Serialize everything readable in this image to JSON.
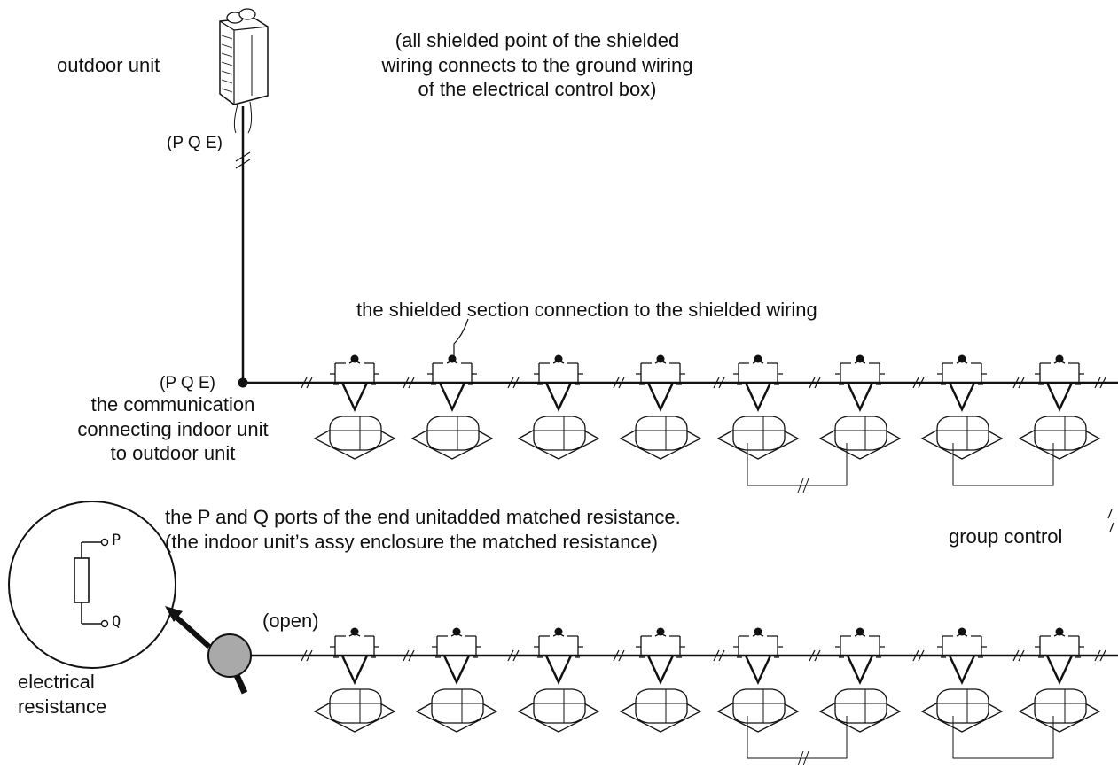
{
  "labels": {
    "outdoor_unit": "outdoor unit",
    "shield_note_line1": "(all shielded point of the shielded",
    "shield_note_line2": "wiring connects to the ground wiring",
    "shield_note_line3": "of the electrical control box)",
    "pqe_top": "(P Q E)",
    "pqe_junction": "(P Q E)",
    "shielded_section": "the shielded section connection to the shielded wiring",
    "comm_line1": "the communication",
    "comm_line2": "connecting indoor unit",
    "comm_line3": "to outdoor unit",
    "end_unit_line1": "the P and Q ports of the end unitadded matched resistance.",
    "end_unit_line2": "(the indoor unit’s assy enclosure the matched resistance)",
    "group_control": "group control",
    "open": "(open)",
    "port_p": "P",
    "port_q": "Q",
    "resistance_line1": "electrical",
    "resistance_line2": "resistance"
  },
  "colors": {
    "line": "#111111",
    "magnifier_fill": "#a9a9a9"
  },
  "icons": {
    "outdoor_unit": "outdoor-unit-icon",
    "indoor_unit": "cassette-indoor-unit-icon",
    "magnifier": "magnifier-icon",
    "resistor": "resistor-icon"
  }
}
